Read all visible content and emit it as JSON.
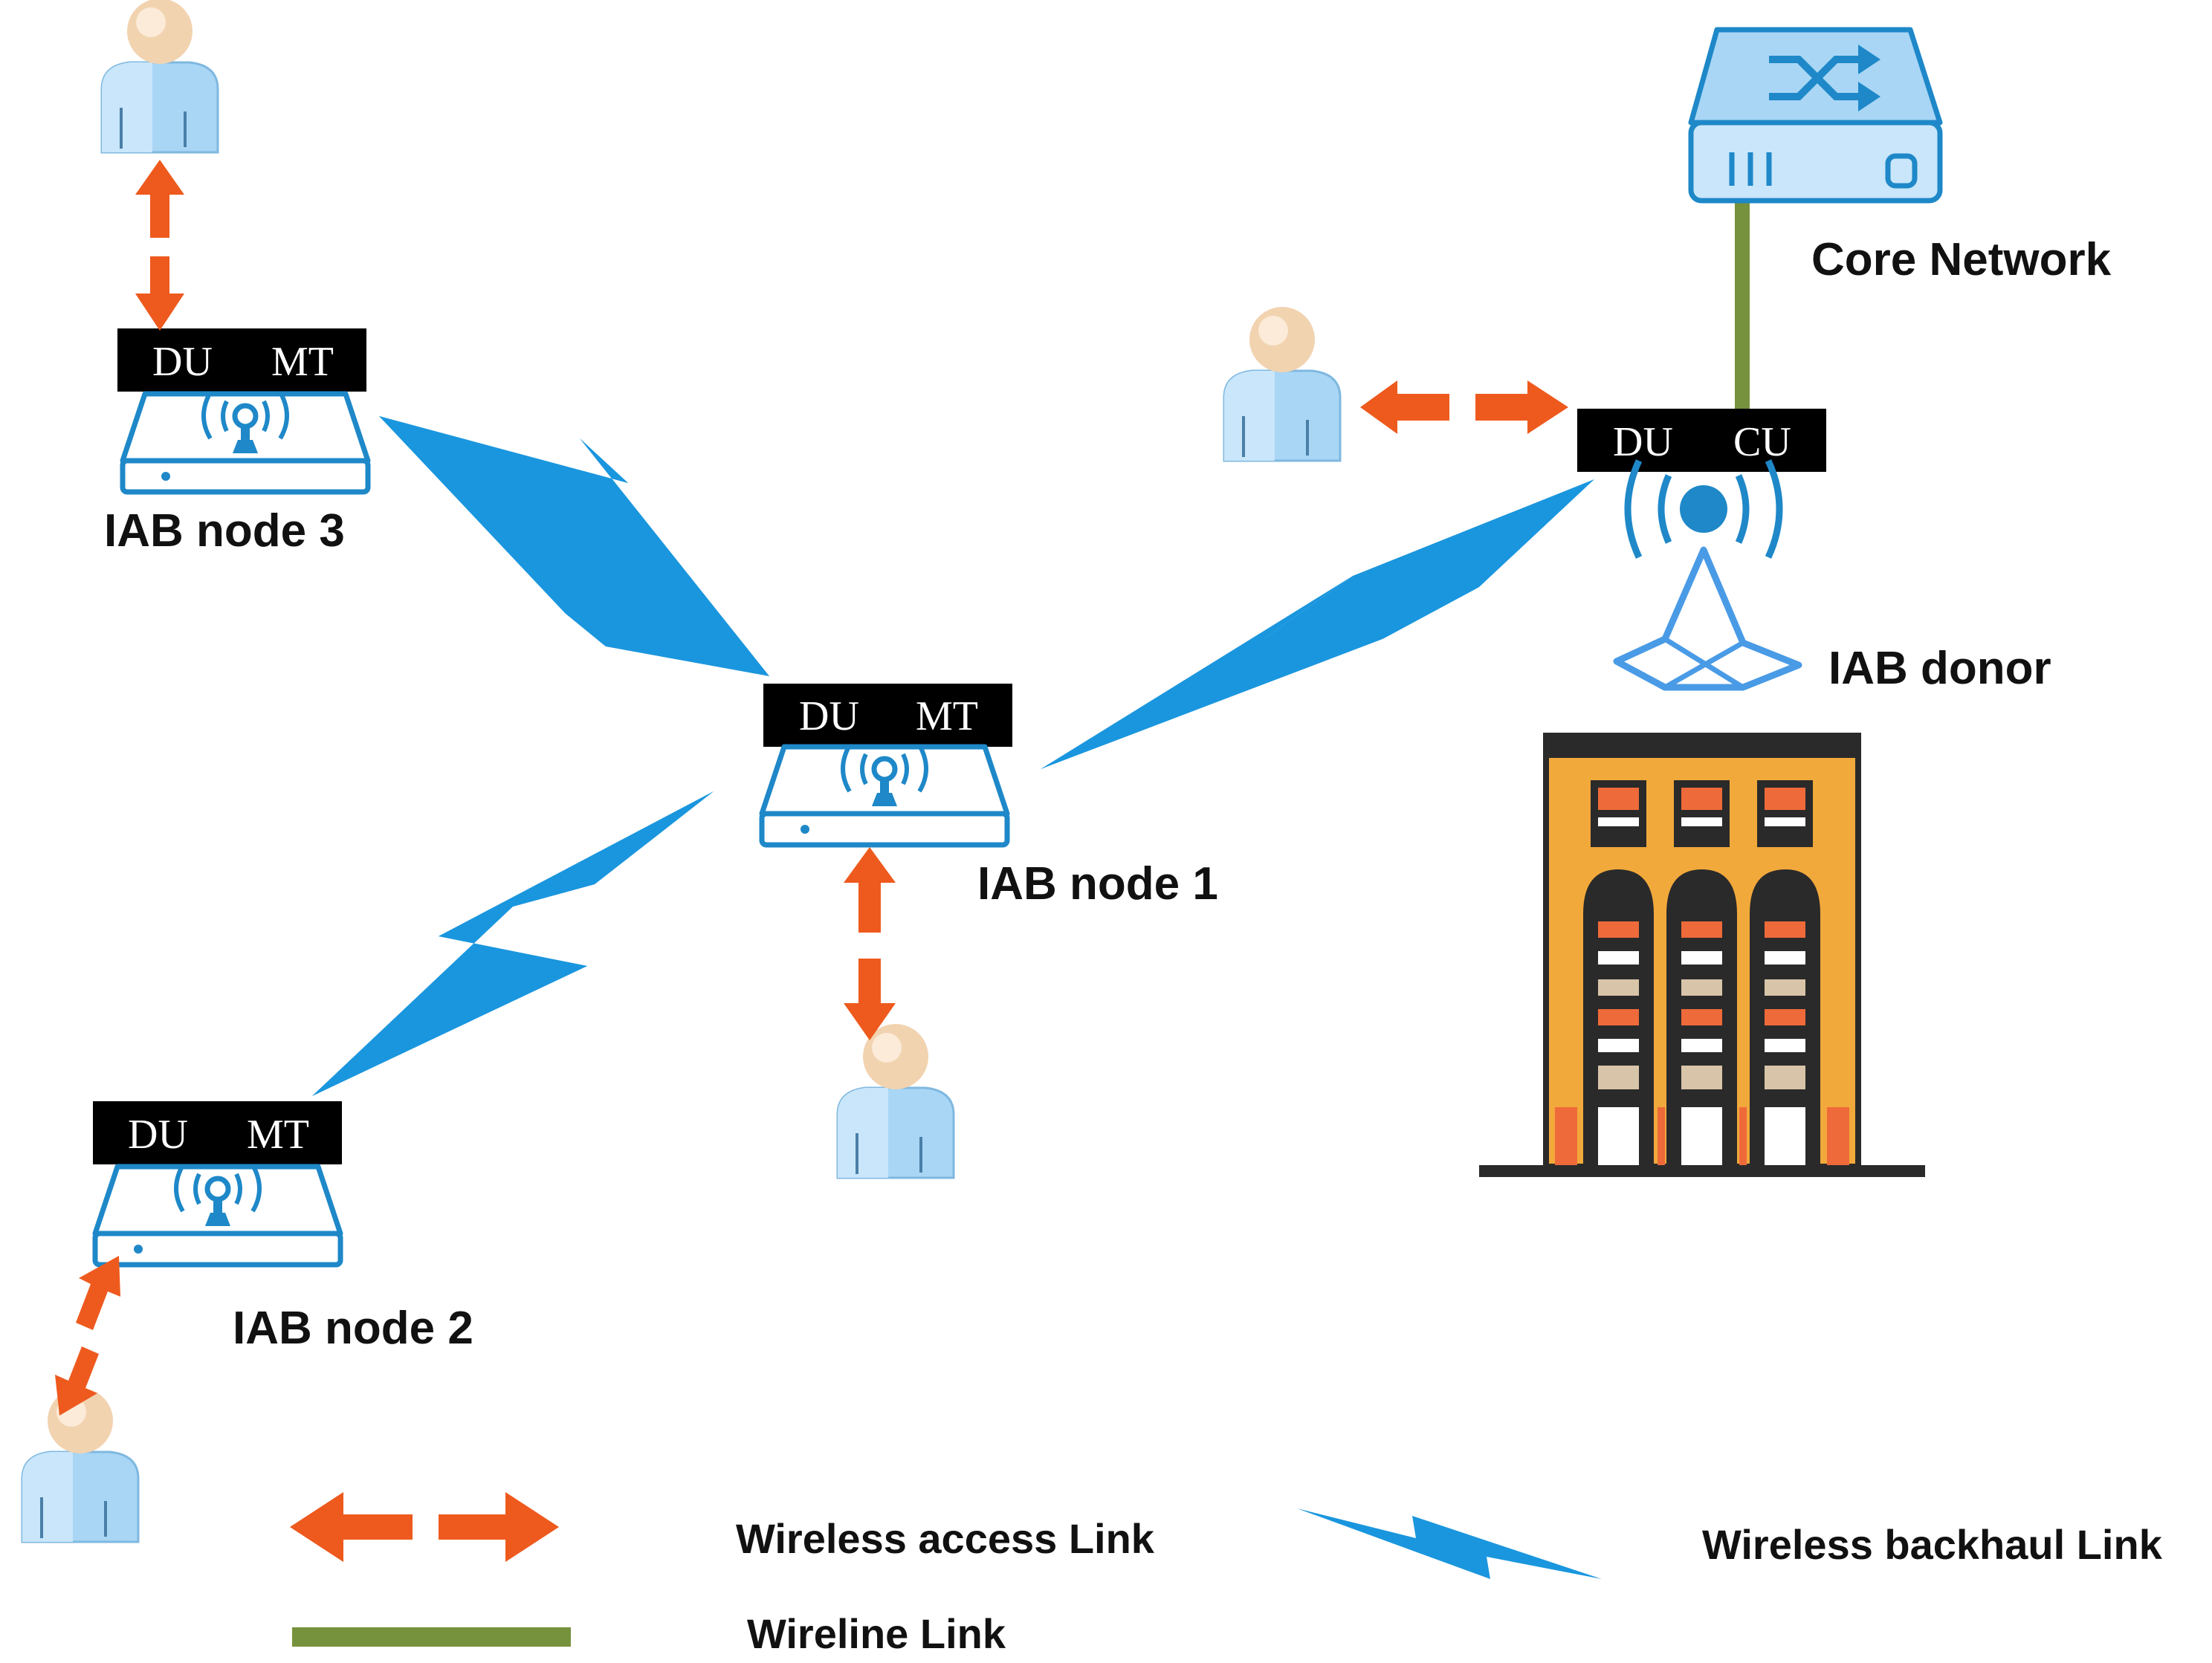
{
  "nodes": {
    "iab3": {
      "label": "IAB node 3",
      "du": "DU",
      "mt": "MT"
    },
    "iab1": {
      "label": "IAB node 1",
      "du": "DU",
      "mt": "MT"
    },
    "iab2": {
      "label": "IAB node 2",
      "du": "DU",
      "mt": "MT"
    },
    "donor": {
      "label": "IAB donor",
      "du": "DU",
      "cu": "CU"
    }
  },
  "core_network": {
    "label": "Core Network"
  },
  "legend": {
    "access": "Wireless access Link",
    "backhaul": "Wireless backhaul Link",
    "wireline": "Wireline Link"
  },
  "colors": {
    "access_arrow": "#EE5A1E",
    "backhaul_bolt": "#1A96DE",
    "wireline": "#76923C",
    "device_outline": "#1E88C8",
    "building": "#F2A93B"
  }
}
